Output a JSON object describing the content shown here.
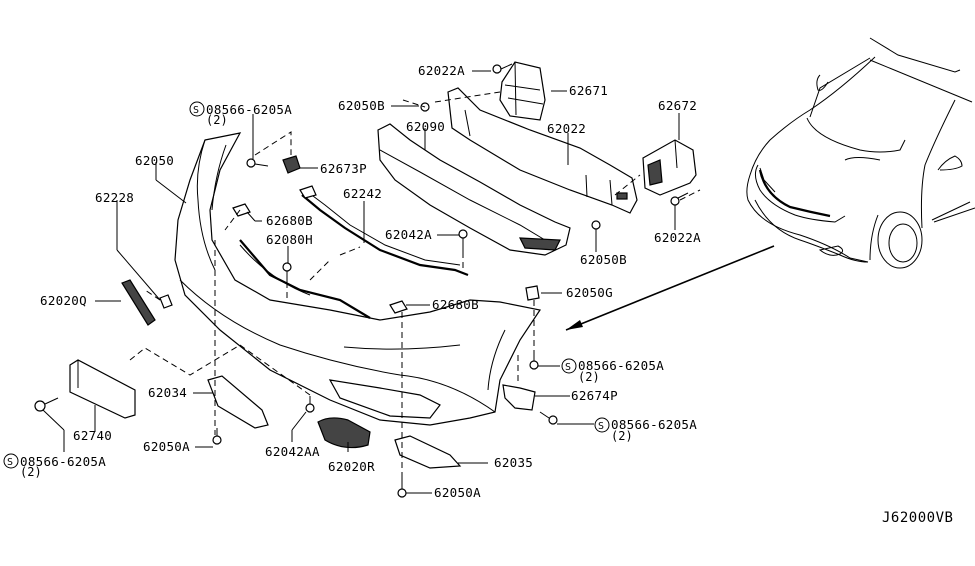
{
  "diagram": {
    "code": "J62000VB",
    "labels": {
      "p62022A_top": "62022A",
      "p62671": "62671",
      "p62050B_top": "62050B",
      "p62090": "62090",
      "p62022": "62022",
      "p62672": "62672",
      "p62022A_right": "62022A",
      "p62050B_right": "62050B",
      "p08566_top": "08566-6205A",
      "p08566_top_qty": "(2)",
      "p62050": "62050",
      "p62673P": "62673P",
      "p62228": "62228",
      "p62680B_left": "62680B",
      "p62242": "62242",
      "p62080H": "62080H",
      "p62042A": "62042A",
      "p62020Q": "62020Q",
      "p62680B_mid": "62680B",
      "p62050G": "62050G",
      "p08566_mid": "08566-6205A",
      "p08566_mid_qty": "(2)",
      "p62034": "62034",
      "p62674P": "62674P",
      "p08566_right": "08566-6205A",
      "p08566_right_qty": "(2)",
      "p62740": "62740",
      "p62050A_left": "62050A",
      "p62042AA": "62042AA",
      "p62020R": "62020R",
      "p62035": "62035",
      "p08566_left": "08566-6205A",
      "p08566_left_qty": "(2)",
      "p62050A_bottom": "62050A"
    },
    "symbol_s": "S"
  }
}
